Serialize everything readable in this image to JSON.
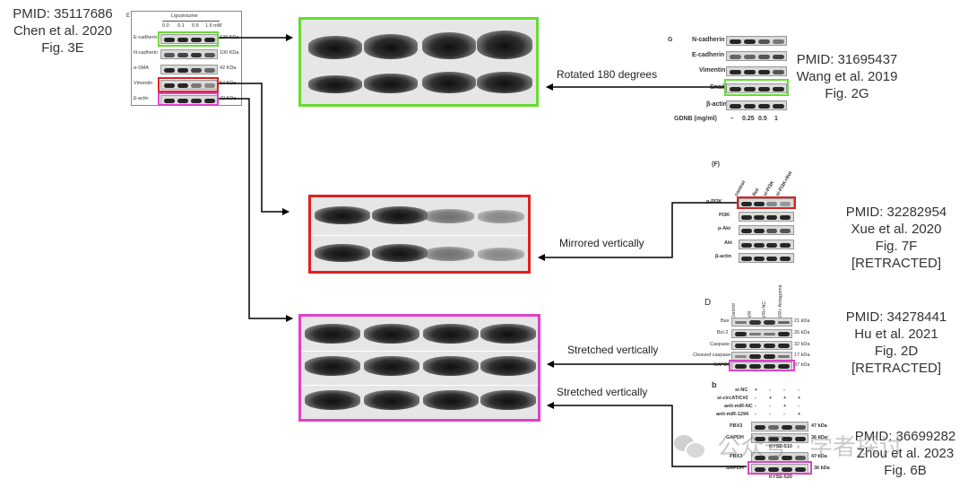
{
  "sources": {
    "chen": {
      "pmid": "PMID: 35117686",
      "author": "Chen et al. 2020",
      "figure": "Fig. 3E"
    },
    "wang": {
      "pmid": "PMID: 31695437",
      "author": "Wang et al. 2019",
      "figure": "Fig. 2G"
    },
    "xue": {
      "pmid": "PMID: 32282954",
      "author": "Xue et al. 2020",
      "figure": "Fig. 7F",
      "status": "[RETRACTED]"
    },
    "hu": {
      "pmid": "PMID: 34278441",
      "author": "Hu et al. 2021",
      "figure": "Fig. 2D",
      "status": "[RETRACTED]"
    },
    "zhou": {
      "pmid": "PMID: 36699282",
      "author": "Zhou et al. 2023",
      "figure": "Fig. 6B"
    }
  },
  "annotations": {
    "rotated": "Rotated 180 degrees",
    "mirrored": "Mirrored vertically",
    "stretched_1": "Stretched vertically",
    "stretched_2": "Stretched vertically"
  },
  "chen_panel": {
    "letter": "E",
    "treatment": "Ligustrazine",
    "doses": [
      "0.0",
      "0.1",
      "0.5",
      "1.5 mM"
    ],
    "rows": [
      {
        "label": "E-cadherin",
        "size": "120 KDa"
      },
      {
        "label": "N-cadherin",
        "size": "100 KDa"
      },
      {
        "label": "α-SMA",
        "size": "42 KDa"
      },
      {
        "label": "Vimentin",
        "size": "54 KDa"
      },
      {
        "label": "β-actin",
        "size": "42 KDa"
      }
    ]
  },
  "wang_panel": {
    "letter": "G",
    "rows": [
      "N-cadherin",
      "E-cadherin",
      "Vimentin",
      "Snail",
      "β-actin"
    ],
    "dose_label": "GDNB (mg/ml)",
    "doses": [
      "–",
      "0.25",
      "0.5",
      "1"
    ]
  },
  "xue_panel": {
    "letter": "(F)",
    "lanes": [
      "control",
      "Rot",
      "si-PI3K",
      "si-PI3K+Rot"
    ],
    "rows": [
      "p-PI3K",
      "PI3K",
      "p-Akt",
      "Akt",
      "β-actin"
    ]
  },
  "hu_panel": {
    "letter": "D",
    "lanes": [
      "Control",
      "IVR",
      "IVR+NC",
      "IVR+ Antagomir"
    ],
    "rows": [
      {
        "label": "Bax",
        "size": "21 kDa"
      },
      {
        "label": "Bcl-2",
        "size": "26 kDa"
      },
      {
        "label": "Caspase-3",
        "size": "32 kDa"
      },
      {
        "label": "Cleaved caspase-3",
        "size": "17 kDa"
      },
      {
        "label": "GAPDH",
        "size": "37 kDa"
      }
    ]
  },
  "zhou_panel": {
    "letter": "b",
    "conditions": [
      {
        "label": "si-NC",
        "values": [
          "+",
          "-",
          "-",
          "-"
        ]
      },
      {
        "label": "si-circATIC#2",
        "values": [
          "-",
          "+",
          "+",
          "+"
        ]
      },
      {
        "label": "anti-miR-NC",
        "values": [
          "-",
          "-",
          "+",
          "-"
        ]
      },
      {
        "label": "anti-miR-1294",
        "values": [
          "-",
          "-",
          "-",
          "+"
        ]
      }
    ],
    "blot1": {
      "rows": [
        {
          "label": "PBX3",
          "size": "47 kDa"
        },
        {
          "label": "GAPDH",
          "size": "36 kDa"
        }
      ],
      "cell_line": "KYSE-510"
    },
    "blot2": {
      "rows": [
        {
          "label": "PBX3",
          "size": "47 kDa"
        },
        {
          "label": "GAPDH",
          "size": "36 kDa"
        }
      ],
      "cell_line": "KYSE-520"
    }
  },
  "watermark": "公众号 · 学者探讨",
  "colors": {
    "green": "#66dd33",
    "red": "#e02020",
    "magenta": "#e040c8",
    "arrow": "#000000"
  }
}
